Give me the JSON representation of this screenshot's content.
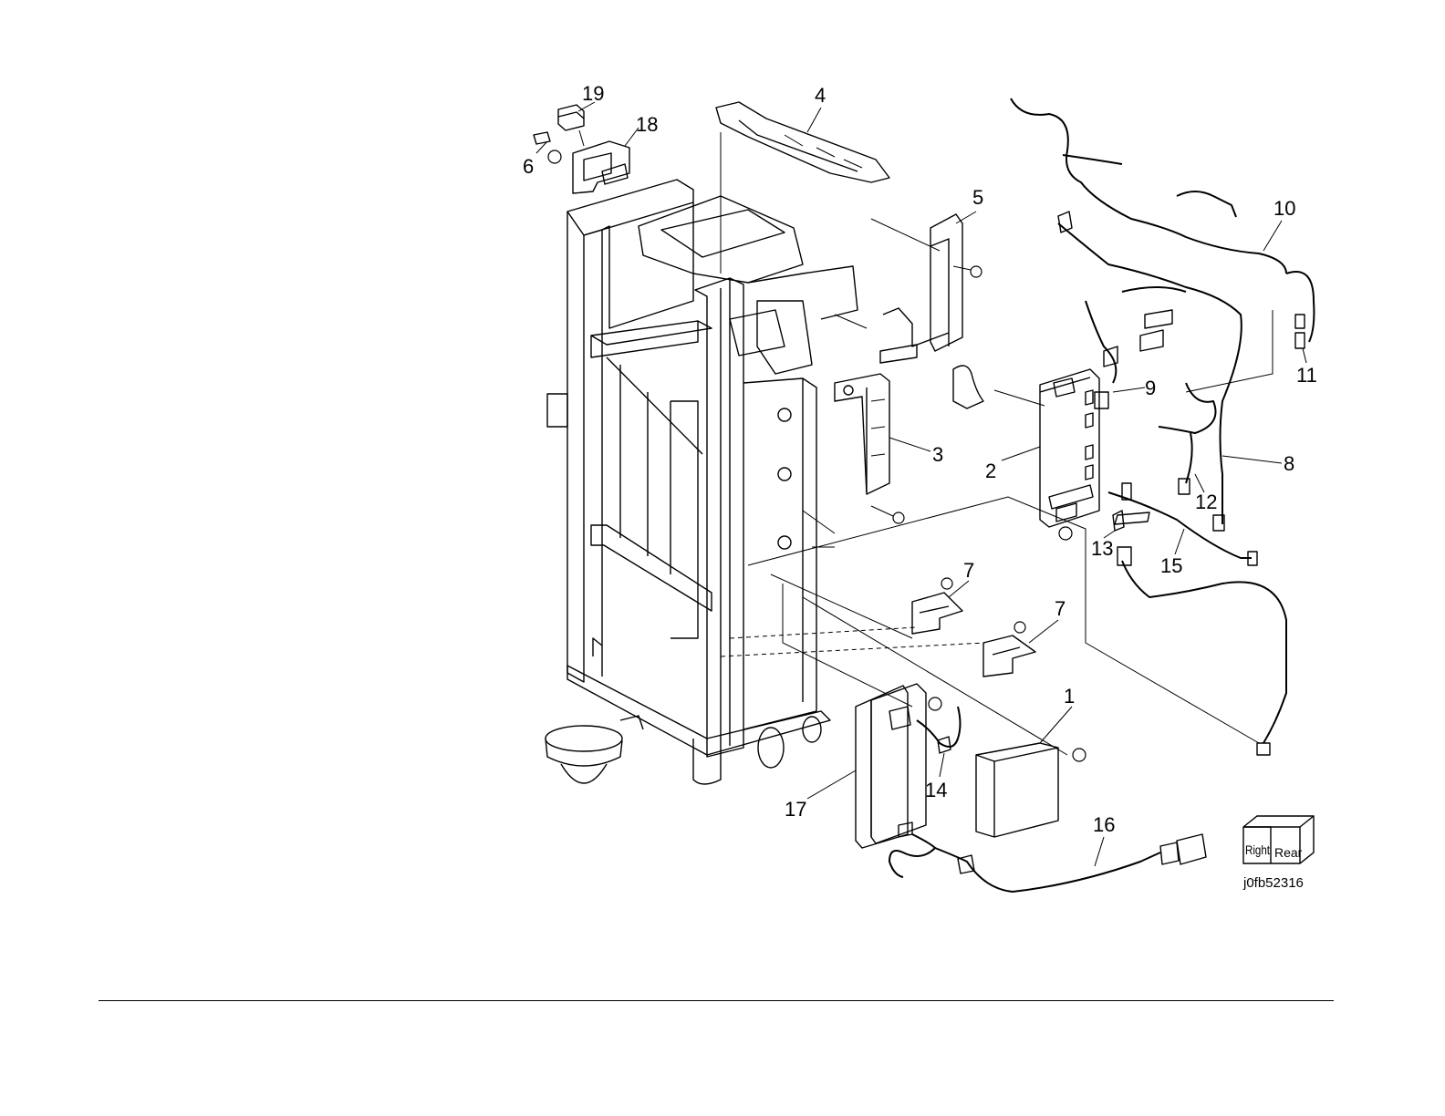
{
  "diagram": {
    "callouts": [
      {
        "id": "1",
        "label": "1"
      },
      {
        "id": "2",
        "label": "2"
      },
      {
        "id": "3",
        "label": "3"
      },
      {
        "id": "4",
        "label": "4"
      },
      {
        "id": "5",
        "label": "5"
      },
      {
        "id": "6",
        "label": "6"
      },
      {
        "id": "7a",
        "label": "7"
      },
      {
        "id": "7b",
        "label": "7"
      },
      {
        "id": "8",
        "label": "8"
      },
      {
        "id": "9",
        "label": "9"
      },
      {
        "id": "10",
        "label": "10"
      },
      {
        "id": "11",
        "label": "11"
      },
      {
        "id": "12",
        "label": "12"
      },
      {
        "id": "13",
        "label": "13"
      },
      {
        "id": "14",
        "label": "14"
      },
      {
        "id": "15",
        "label": "15"
      },
      {
        "id": "16",
        "label": "16"
      },
      {
        "id": "17",
        "label": "17"
      },
      {
        "id": "18",
        "label": "18"
      },
      {
        "id": "19",
        "label": "19"
      }
    ],
    "figure_id": "j0fb52316",
    "orientation_badge": {
      "left_face": "Right",
      "right_face": "Rear"
    }
  }
}
